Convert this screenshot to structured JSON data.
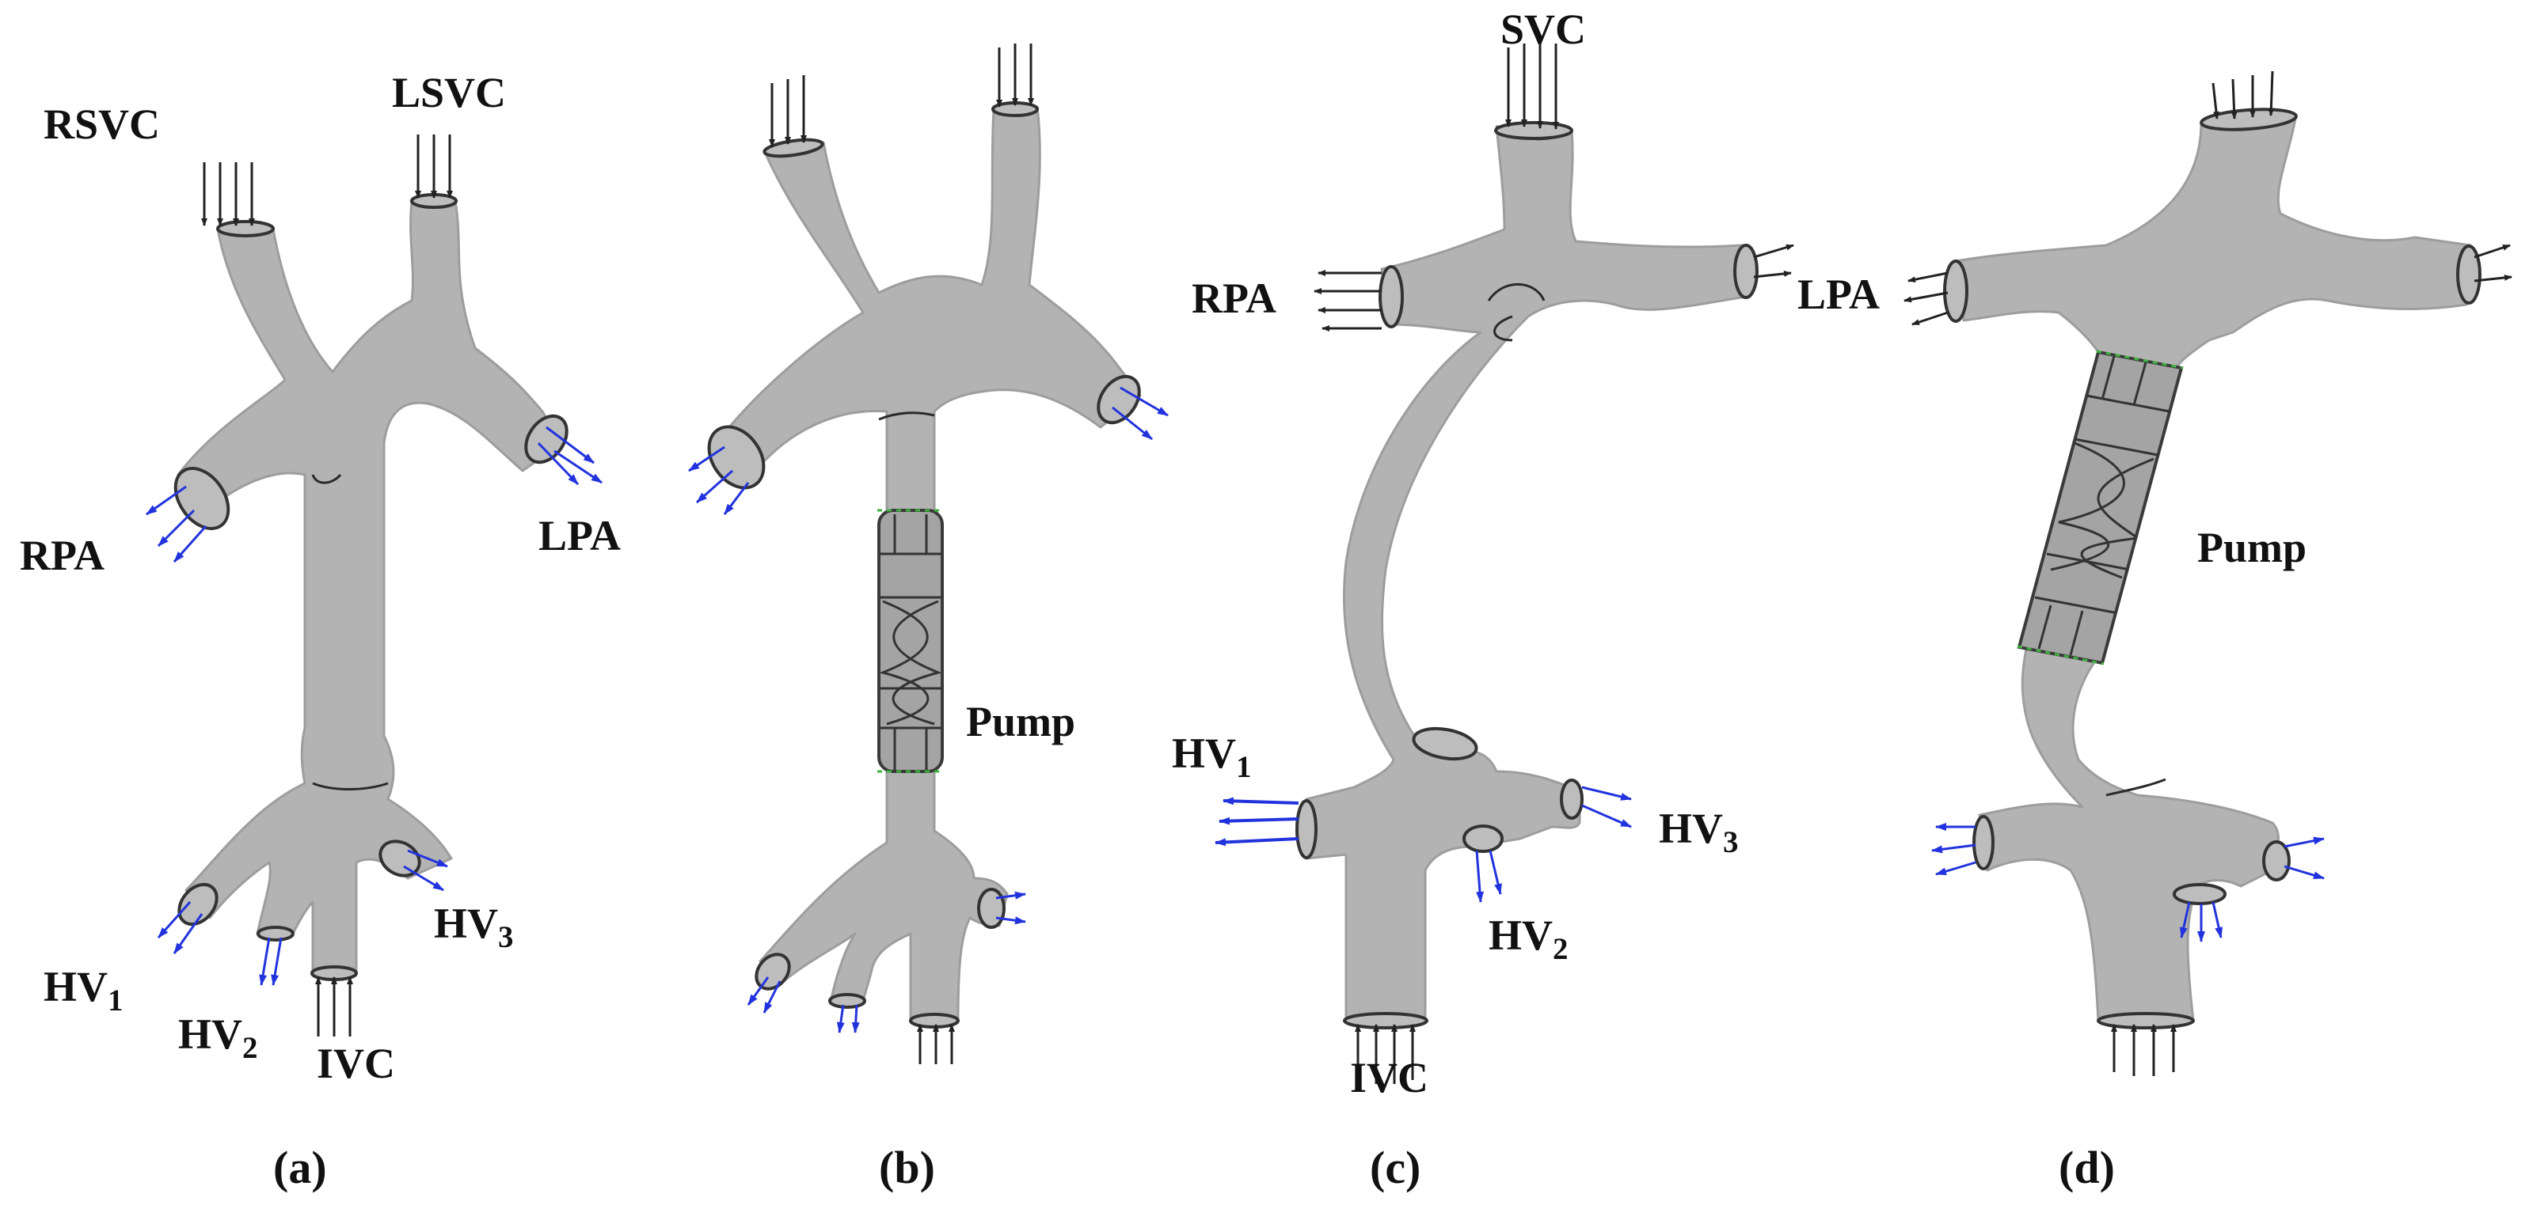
{
  "colors": {
    "vessel": "#b3b3b3",
    "inflow_arrow": "#222222",
    "outflow_arrow": "#2233dd",
    "pump_ring": "#3cb33c"
  },
  "panels": [
    {
      "caption": "(a)",
      "labels": {
        "rsvc": "RSVC",
        "lsvc": "LSVC",
        "rpa": "RPA",
        "lpa": "LPA",
        "hv1": {
          "base": "HV",
          "sub": "1"
        },
        "hv2": {
          "base": "HV",
          "sub": "2"
        },
        "hv3": {
          "base": "HV",
          "sub": "3"
        },
        "ivc": "IVC"
      }
    },
    {
      "caption": "(b)",
      "labels": {
        "pump": "Pump"
      }
    },
    {
      "caption": "(c)",
      "labels": {
        "svc": "SVC",
        "rpa": "RPA",
        "lpa": "LPA",
        "hv1": {
          "base": "HV",
          "sub": "1"
        },
        "hv2": {
          "base": "HV",
          "sub": "2"
        },
        "hv3": {
          "base": "HV",
          "sub": "3"
        },
        "ivc": "IVC"
      }
    },
    {
      "caption": "(d)",
      "labels": {
        "pump": "Pump"
      }
    }
  ]
}
